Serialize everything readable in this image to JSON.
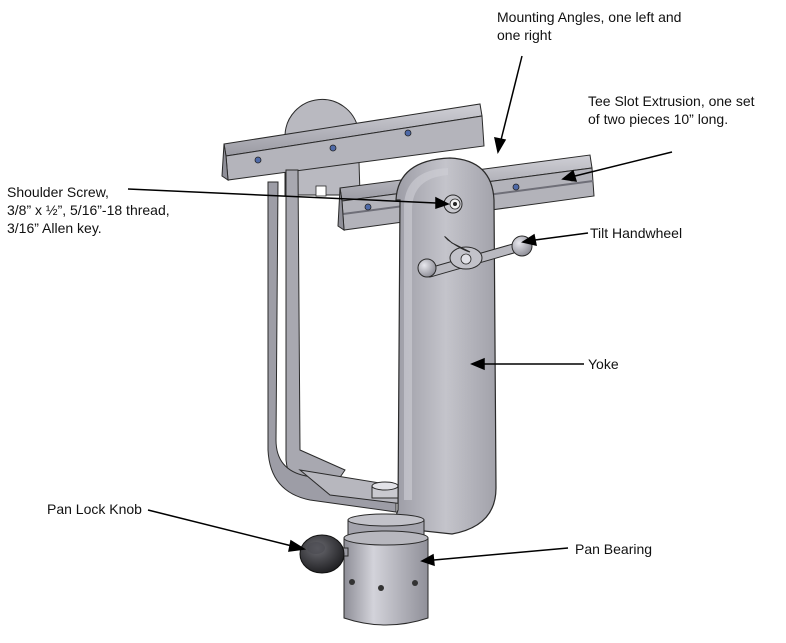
{
  "labels": {
    "mounting_angles": [
      "Mounting Angles, one left and",
      "one right"
    ],
    "tee_slot": [
      "Tee Slot Extrusion, one set",
      "of two pieces 10” long."
    ],
    "shoulder_screw": [
      "Shoulder Screw,",
      "3/8” x ½”, 5/16”-18 thread,",
      "3/16” Allen key."
    ],
    "tilt_handwheel": "Tilt Handwheel",
    "yoke": "Yoke",
    "pan_lock_knob": "Pan Lock Knob",
    "pan_bearing": "Pan Bearing"
  },
  "colors": {
    "metal_light": "#c9c9cf",
    "metal_mid": "#a9a9b1",
    "metal_dark": "#8d8d96",
    "outline": "#2a2a2a",
    "leader": "#000000",
    "screw_blue": "#4f6aa8"
  }
}
